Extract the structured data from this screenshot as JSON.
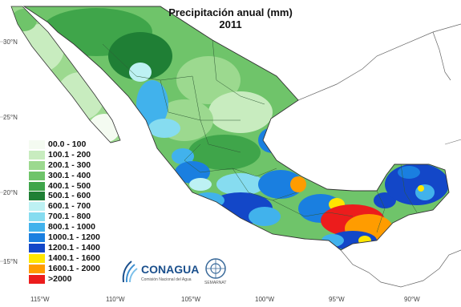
{
  "map": {
    "title": "Precipitación anual (mm)",
    "year": "2011",
    "latitudes": [
      "30°N",
      "25°N",
      "20°N",
      "15°N"
    ],
    "longitudes": [
      "115°W",
      "110°W",
      "105°W",
      "100°W",
      "95°W",
      "90°W"
    ]
  },
  "legend": [
    {
      "label": "00.0 - 100",
      "color": "#f4fbf1"
    },
    {
      "label": "100.1 - 200",
      "color": "#c8ecbf"
    },
    {
      "label": "200.1 - 300",
      "color": "#9cd98f"
    },
    {
      "label": "300.1 - 400",
      "color": "#6fc46a"
    },
    {
      "label": "400.1 - 500",
      "color": "#3fa54a"
    },
    {
      "label": "500.1 - 600",
      "color": "#1f7f35"
    },
    {
      "label": "600.1 - 700",
      "color": "#bdf1f3"
    },
    {
      "label": "700.1 - 800",
      "color": "#86dcf0"
    },
    {
      "label": "800.1 - 1000",
      "color": "#41b2ec"
    },
    {
      "label": "1000.1 - 1200",
      "color": "#1a7fe0"
    },
    {
      "label": "1200.1 - 1400",
      "color": "#1347c8"
    },
    {
      "label": "1400.1 - 1600",
      "color": "#ffe600"
    },
    {
      "label": "1600.1 - 2000",
      "color": "#ff9c00"
    },
    {
      "label": ">2000",
      "color": "#ec1c1c"
    }
  ],
  "logo": {
    "name": "CONAGUA",
    "subtitle": "Comisión Nacional del Agua",
    "seal_text": "SEMARNAT"
  }
}
